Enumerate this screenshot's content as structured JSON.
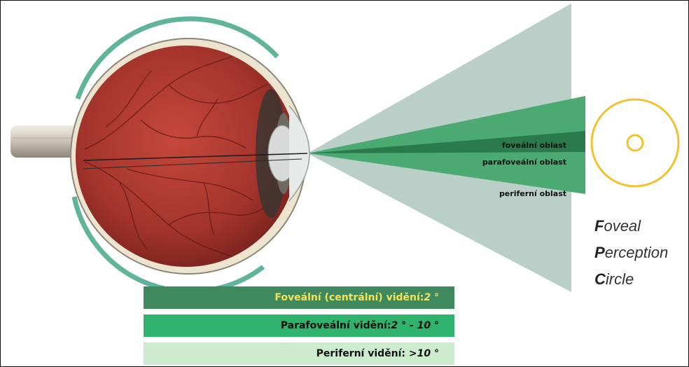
{
  "zones": {
    "foveal": "foveální oblast",
    "parafoveal": "parafoveální oblast",
    "peripheral": "periferní oblast"
  },
  "fpc": {
    "line1_initial": "F",
    "line1_rest": "oveal",
    "line2_initial": "P",
    "line2_rest": "erception",
    "line3_initial": "C",
    "line3_rest": "ircle"
  },
  "bars": [
    {
      "label": "Foveální (centrální) vidění: ",
      "value": "2 °",
      "bg": "#3e8a5e",
      "color": "#f3e35a"
    },
    {
      "label": "Parafoveální vidění: ",
      "value": "2 ° - 10 °",
      "bg": "#2fb36c",
      "color": "#111111"
    },
    {
      "label": "Periferní vidění: > ",
      "value": "10 °",
      "bg": "#cdeccd",
      "color": "#111111"
    }
  ],
  "colors": {
    "peripheral_cone": "#b9cfc7",
    "parafoveal_cone": "#4aaa72",
    "foveal_cone": "#2a7a4c",
    "circle": "#efc22f",
    "eye": "#a8372f"
  }
}
